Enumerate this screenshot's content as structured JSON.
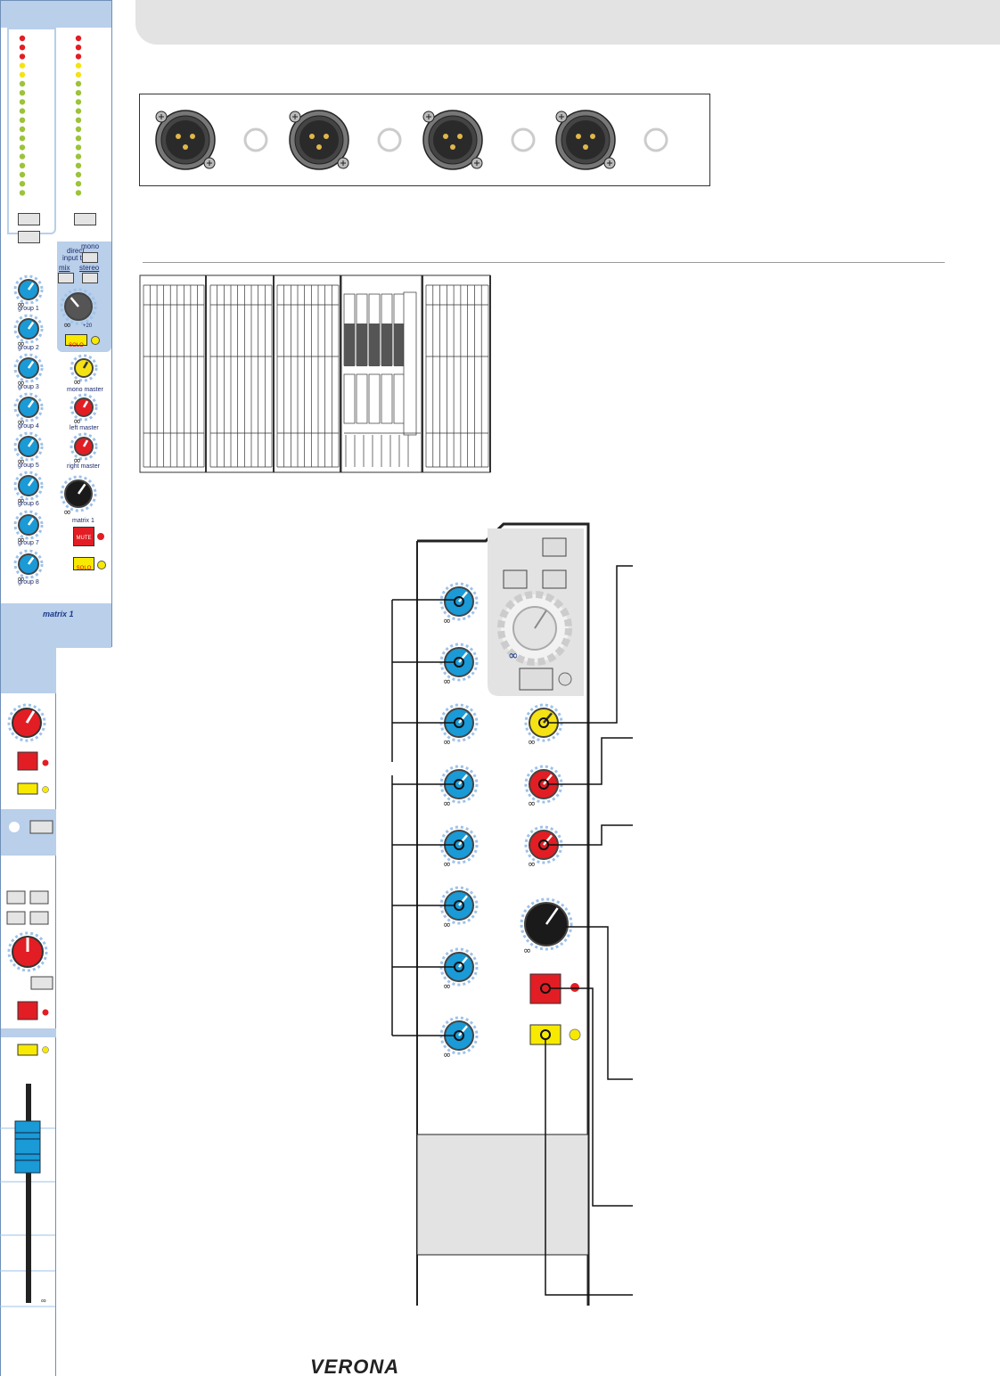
{
  "strip": {
    "direct_input_label_1": "direct",
    "direct_input_label_2": "input to",
    "mix_label": "mix",
    "mono_label": "mono",
    "stereo_label": "stereo",
    "solo_label": "SOLO",
    "mute_label": "MUTE",
    "trim_max": "+20",
    "inf_symbol": "∞",
    "group_labels": [
      "group 1",
      "group 2",
      "group 3",
      "group 4",
      "group 5",
      "group 6",
      "group 7",
      "group 8"
    ],
    "master_labels": [
      "mono master",
      "left master",
      "right master",
      "matrix 1"
    ],
    "channel_name": "matrix 1"
  },
  "logo": "VERONA",
  "colors": {
    "strip_blue": "#b9cfea",
    "knob_blue": "#1a9ad6",
    "knob_red": "#e21d24",
    "knob_yellow": "#f4e214",
    "mute_red": "#e21d24",
    "solo_yellow": "#f7ea00"
  }
}
